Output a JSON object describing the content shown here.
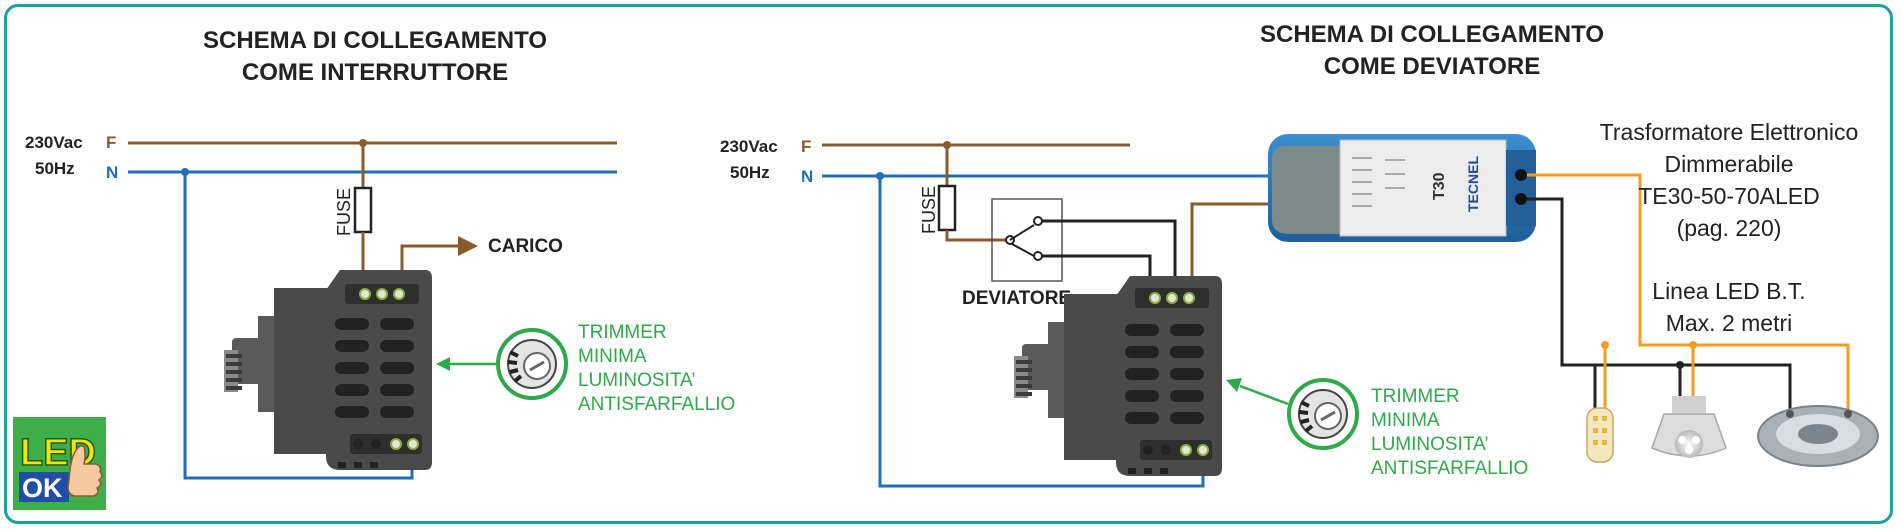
{
  "left": {
    "title_line1": "SCHEMA DI COLLEGAMENTO",
    "title_line2": "COME INTERRUTTORE",
    "voltage": "230Vac",
    "frequency": "50Hz",
    "phase_label": "F",
    "neutral_label": "N",
    "fuse_label": "FUSE",
    "load_label": "CARICO",
    "trimmer_line1": "TRIMMER",
    "trimmer_line2": "MINIMA",
    "trimmer_line3": "LUMINOSITA’",
    "trimmer_line4": "ANTISFARFALLIO"
  },
  "right": {
    "title_line1": "SCHEMA DI COLLEGAMENTO",
    "title_line2": "COME DEVIATORE",
    "voltage": "230Vac",
    "frequency": "50Hz",
    "phase_label": "F",
    "neutral_label": "N",
    "fuse_label": "FUSE",
    "switch_label": "DEVIATORE",
    "transformer_line1": "Trasformatore Elettronico",
    "transformer_line2": "Dimmerabile",
    "transformer_line3": "TE30-50-70ALED",
    "transformer_line4": "(pag. 220)",
    "transformer_brand": "TECNEL",
    "transformer_model": "T30",
    "led_line1": "Linea LED B.T.",
    "led_line2": "Max. 2 metri",
    "trimmer_line1": "TRIMMER",
    "trimmer_line2": "MINIMA",
    "trimmer_line3": "LUMINOSITA’",
    "trimmer_line4": "ANTISFARFALLIO"
  },
  "badge": {
    "top": "LED",
    "bottom": "OK"
  },
  "colors": {
    "phase": "#8b5a2b",
    "neutral": "#1f6fb8",
    "led_line": "#f39c1f",
    "trimmer_green": "#2eaa4a",
    "frame": "#1aa39a",
    "device": "#4a4a4a"
  }
}
